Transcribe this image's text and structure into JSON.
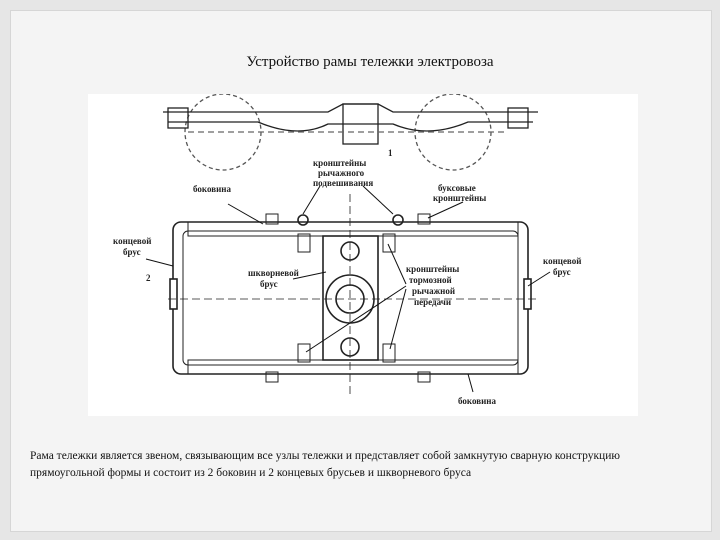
{
  "slide": {
    "title": "Устройство  рамы тележки электровоза",
    "caption": "Рама тележки является звеном, связывающим все узлы тележки и представляет собой замкнутую сварную конструкцию прямоугольной формы и состоит из 2 боковин и 2 концевых брусьев и шкворневого бруса"
  },
  "figure": {
    "labels": {
      "brackets_lever_line1": "кронштейны",
      "brackets_lever_line2": "рычажного",
      "brackets_lever_line3": "подвешивания",
      "axlebox_line1": "буксовые",
      "axlebox_line2": "кронштейны",
      "side_top": "боковина",
      "end_left_line1": "концевой",
      "end_left_line2": "брус",
      "end_right_line1": "концевой",
      "end_right_line2": "брус",
      "pivot_line1": "шкворневой",
      "pivot_line2": "брус",
      "brake_line1": "кронштейны",
      "brake_line2": "тормозной",
      "brake_line3": "рычажной",
      "brake_line4": "передачи",
      "side_bottom": "боковина",
      "mark_1": "1",
      "mark_2": "2"
    }
  }
}
